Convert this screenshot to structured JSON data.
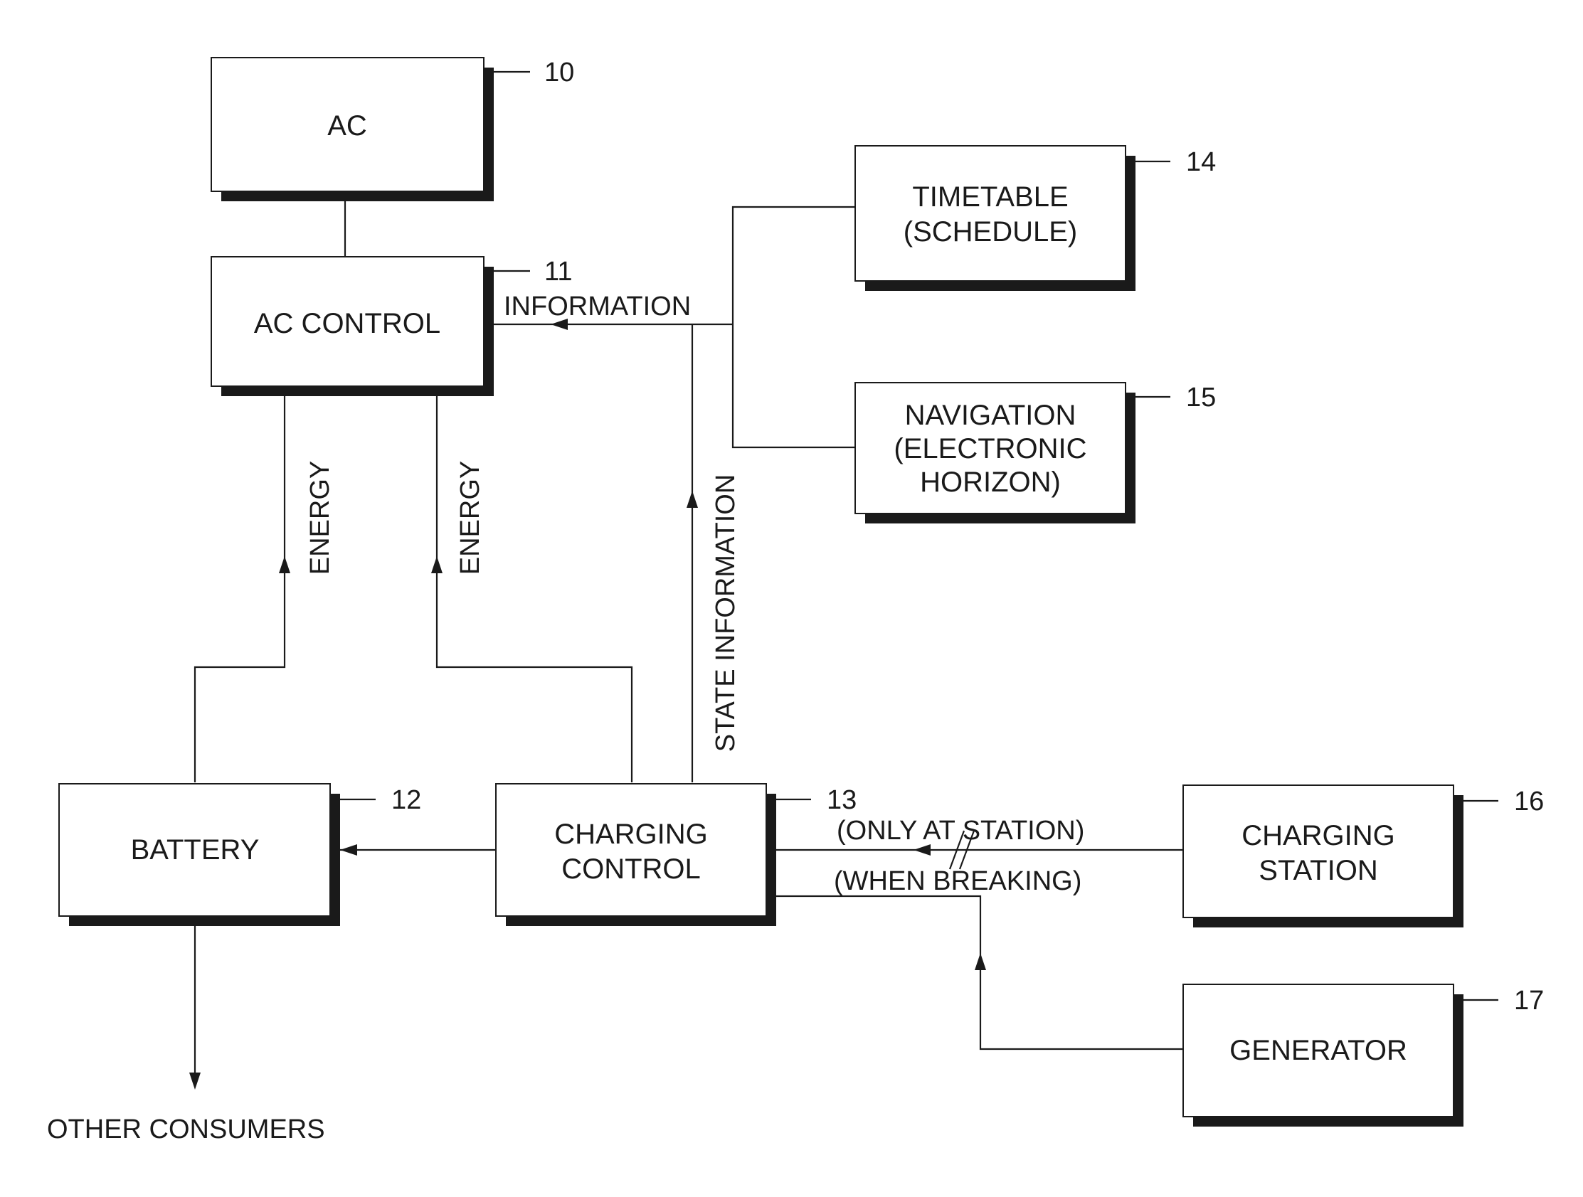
{
  "blocks": {
    "ac": {
      "lines": [
        "AC"
      ],
      "ref": "10"
    },
    "ac_control": {
      "lines": [
        "AC CONTROL"
      ],
      "ref": "11"
    },
    "battery": {
      "lines": [
        "BATTERY"
      ],
      "ref": "12"
    },
    "charging_control": {
      "lines": [
        "CHARGING",
        "CONTROL"
      ],
      "ref": "13"
    },
    "timetable": {
      "lines": [
        "TIMETABLE",
        "(SCHEDULE)"
      ],
      "ref": "14"
    },
    "navigation": {
      "lines": [
        "NAVIGATION",
        "(ELECTRONIC",
        "HORIZON)"
      ],
      "ref": "15"
    },
    "charging_station": {
      "lines": [
        "CHARGING",
        "STATION"
      ],
      "ref": "16"
    },
    "generator": {
      "lines": [
        "GENERATOR"
      ],
      "ref": "17"
    }
  },
  "flows": {
    "information": "INFORMATION",
    "energy_left": "ENERGY",
    "energy_right": "ENERGY",
    "state_information": "STATE INFORMATION",
    "only_at_station": "(ONLY AT STATION)",
    "when_breaking": "(WHEN BREAKING)",
    "other_consumers": "OTHER CONSUMERS"
  }
}
